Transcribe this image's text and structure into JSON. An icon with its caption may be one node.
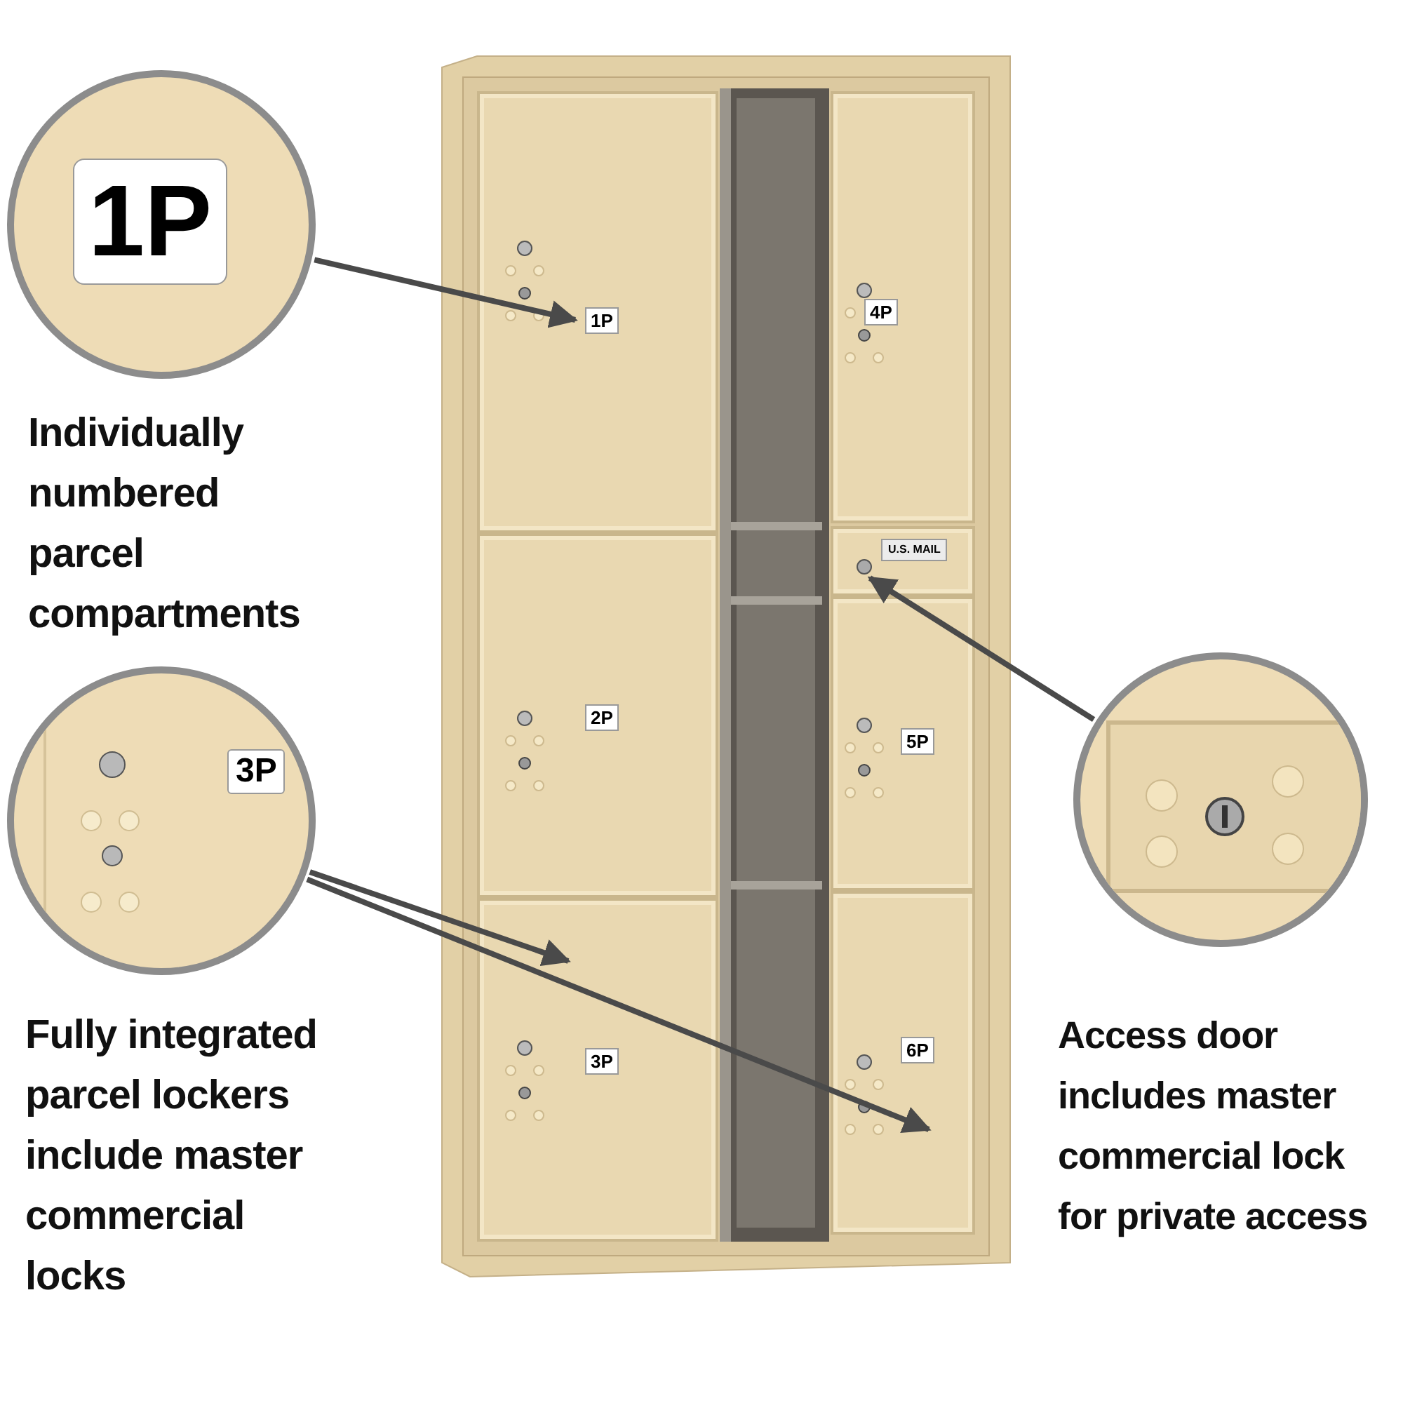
{
  "diagram": {
    "nodes": [
      {
        "text": [
          "1P"
        ],
        "beside": [
          "Individually numbered parcel compartments"
        ]
      },
      {
        "text": [
          "3P"
        ],
        "beside": [
          "Fully integrated parcel lockers include master commercial locks"
        ]
      },
      {
        "text": [],
        "shape": "circle",
        "beside": [
          "Access door includes master commercial lock for private access"
        ]
      },
      {
        "text": [
          "1P"
        ]
      },
      {
        "text": [
          "2P"
        ]
      },
      {
        "text": [
          "3P"
        ]
      },
      {
        "text": [
          "4P"
        ]
      },
      {
        "text": [
          "U.S. MAIL"
        ]
      },
      {
        "text": [
          "5P"
        ]
      },
      {
        "text": [
          "6P"
        ]
      }
    ],
    "edges": [
      {
        "from": 0,
        "to": 3,
        "arrow": "to"
      },
      {
        "from": 1,
        "to": 5,
        "arrow": "to"
      },
      {
        "from": 1,
        "to": 9,
        "arrow": "to"
      },
      {
        "from": 2,
        "to": 7,
        "arrow": "to"
      }
    ]
  }
}
